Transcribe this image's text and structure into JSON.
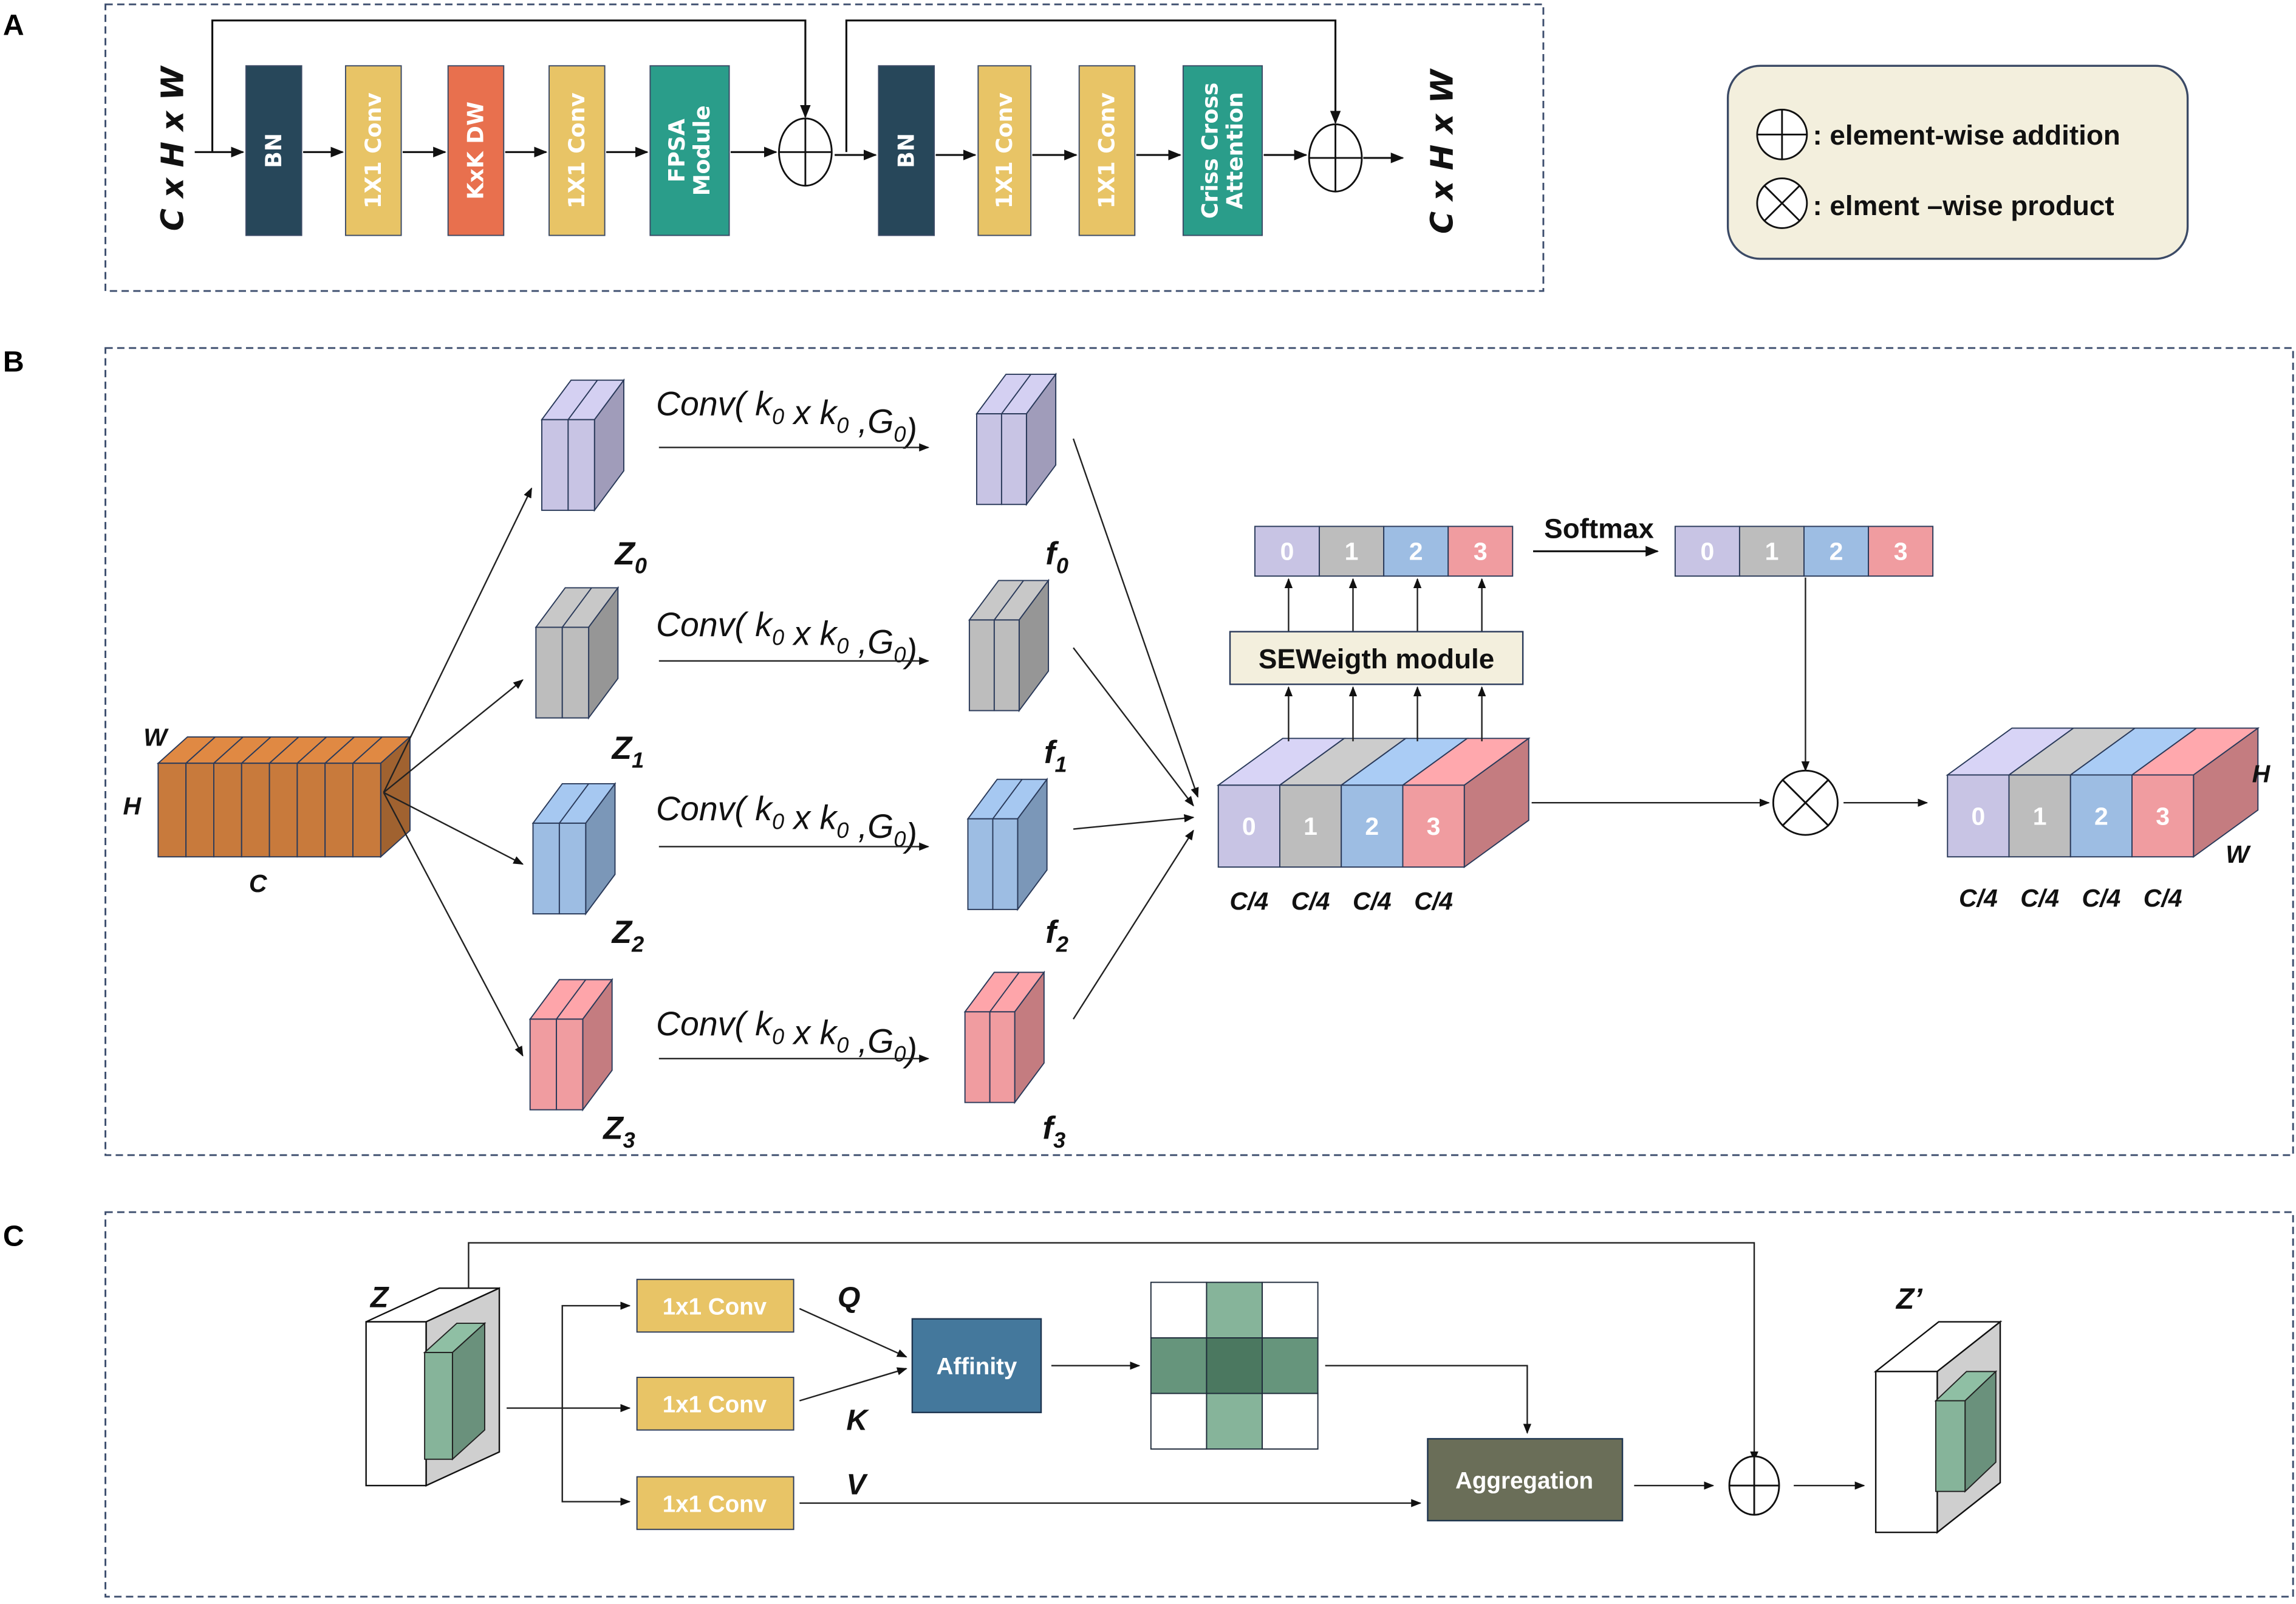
{
  "figure": {
    "panels": {
      "a": {
        "letter": "A",
        "input_label": "C x H x W",
        "output_label": "C x H x W",
        "blocks": [
          {
            "label": "BN",
            "color": "#27475a"
          },
          {
            "label": "1X1 Conv",
            "color": "#e8c466"
          },
          {
            "label": "KxK DW",
            "color": "#e8704e"
          },
          {
            "label": "1X1 Conv",
            "color": "#e8c466"
          },
          {
            "label": "FPSA Module",
            "label_lines": [
              "FPSA",
              "Module"
            ],
            "color": "#2a9d8a"
          },
          {
            "label": "BN",
            "color": "#27475a"
          },
          {
            "label": "1X1 Conv",
            "color": "#e8c466"
          },
          {
            "label": "1X1 Conv",
            "color": "#e8c466"
          },
          {
            "label": "Criss Cross Attention",
            "label_lines": [
              "Criss Cross",
              "Attention"
            ],
            "color": "#2a9d8a"
          }
        ],
        "operators": [
          "element-wise addition",
          "element-wise addition"
        ]
      },
      "legend": {
        "items": [
          {
            "symbol": "circle-plus",
            "text": ": element-wise addition"
          },
          {
            "symbol": "circle-times",
            "text": ": elment –wise product"
          }
        ],
        "background": "#f3efdd"
      },
      "b": {
        "letter": "B",
        "input_tensor": {
          "w": "W",
          "h": "H",
          "c": "C",
          "color": "#c87a3c"
        },
        "branches": [
          {
            "z": "Z",
            "z_sub": "0",
            "f": "f",
            "f_sub": "0",
            "color": "#c8c4e4",
            "side": "#a09cba"
          },
          {
            "z": "Z",
            "z_sub": "1",
            "f": "f",
            "f_sub": "1",
            "color": "#bdbdbd",
            "side": "#969696"
          },
          {
            "z": "Z",
            "z_sub": "2",
            "f": "f",
            "f_sub": "2",
            "color": "#9dbde3",
            "side": "#7b97b8"
          },
          {
            "z": "Z",
            "z_sub": "3",
            "f": "f",
            "f_sub": "3",
            "color": "#f09ca0",
            "side": "#c47c80"
          }
        ],
        "conv_label": {
          "pre": "Conv( ",
          "k": "k",
          "k_sub": "0",
          "x": " x ",
          "k2": "k",
          "k2_sub": "0",
          "sep": " ,",
          "g": "G",
          "g_sub": "0",
          "post": ")"
        },
        "seweight_label": "SEWeigth module",
        "softmax_label": "Softmax",
        "group_indices": [
          "0",
          "1",
          "2",
          "3"
        ],
        "group_width_label": "C/4",
        "output_dims": {
          "h": "H",
          "w": "W"
        }
      },
      "c": {
        "letter": "C",
        "input_label": "Z",
        "output_label": "Z’",
        "convs": [
          {
            "label": "1x1 Conv",
            "out": "Q"
          },
          {
            "label": "1x1 Conv",
            "out": "K"
          },
          {
            "label": "1x1 Conv",
            "out": "V"
          }
        ],
        "affinity_label": "Affinity",
        "aggregation_label": "Aggregation",
        "colors": {
          "conv": "#e8c466",
          "affinity": "#44789c",
          "aggregation": "#6a6e58",
          "cross_light": "#86b49a",
          "cross_mid": "#66957c",
          "cross_dark": "#4b7860"
        }
      }
    }
  }
}
